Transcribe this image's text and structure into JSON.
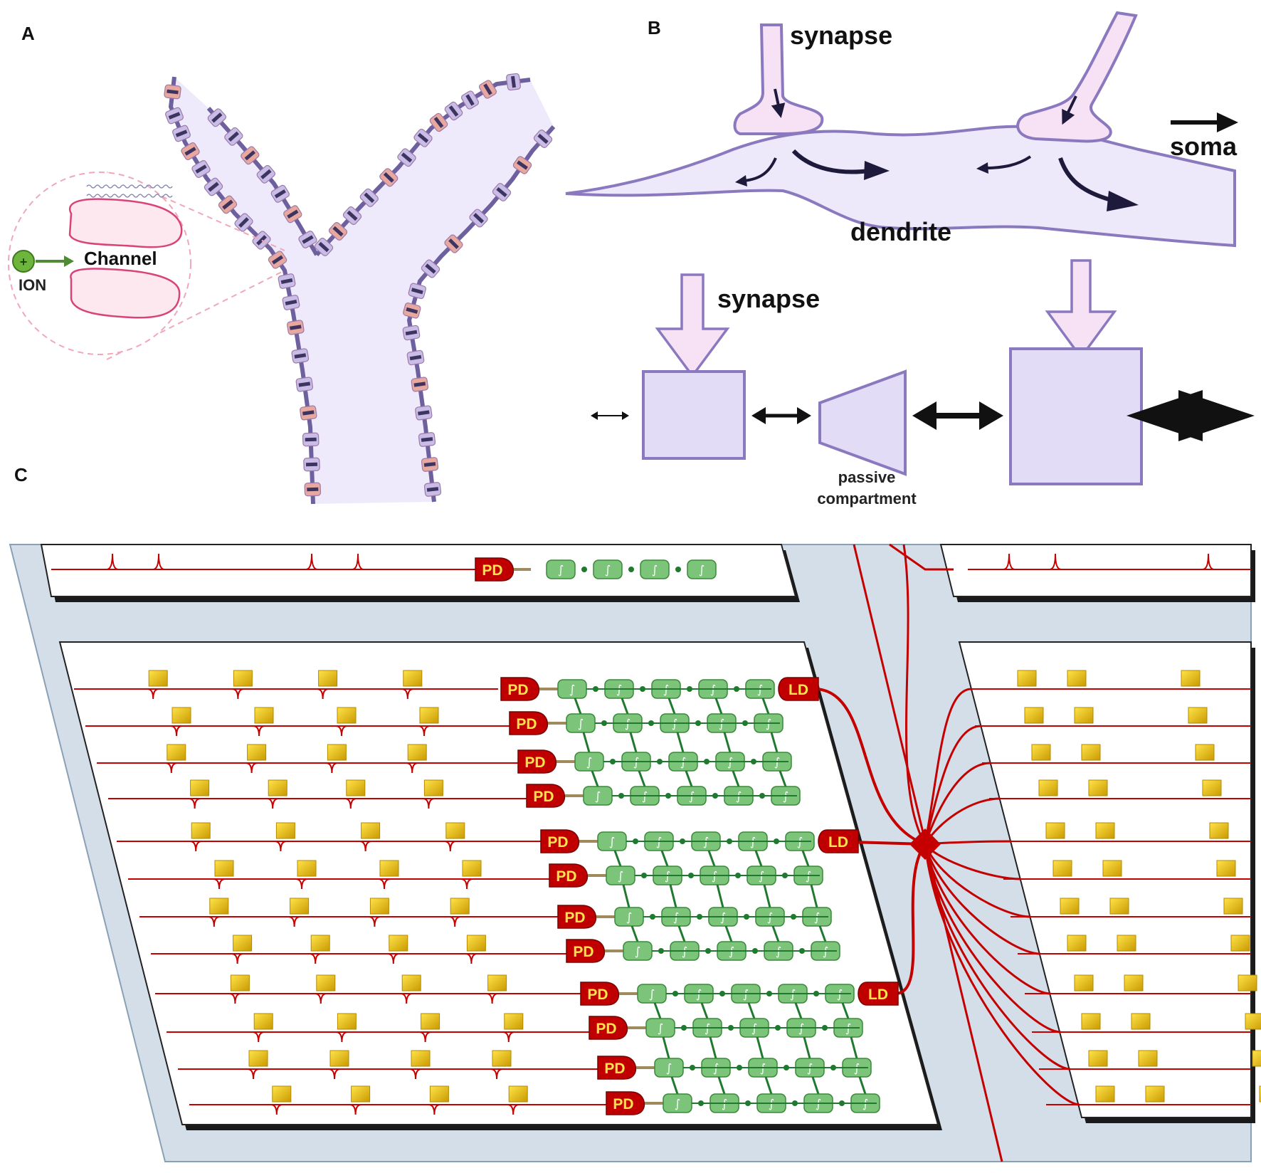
{
  "panels": {
    "a": {
      "letter": "A",
      "channel_label": "Channel",
      "ion_label": "ION",
      "ion_sign": "+"
    },
    "b": {
      "letter": "B",
      "synapse_top_label": "synapse",
      "soma_label": "soma",
      "dendrite_label": "dendrite",
      "synapse_model_label": "synapse",
      "passive_line1": "passive",
      "passive_line2": "compartment"
    },
    "c": {
      "letter": "C",
      "photodetector_label": "PD",
      "laser_label": "LD",
      "integrator_symbol": "∫"
    }
  },
  "colors": {
    "membrane": "#6e5f9e",
    "dendrite_fill": "#ede9fa",
    "channel_pink": "#e8a8a0",
    "channel_lilac": "#c9bde8",
    "synapse_fill": "#f7e2f5",
    "waveguide_red": "#c40000",
    "pd_fill": "#c00000",
    "label_yellow": "#ffe34d",
    "integrator_green": "#7cc47a",
    "modulator_yellow": "#f2c81a",
    "chip_bg": "#d5dfe8"
  }
}
